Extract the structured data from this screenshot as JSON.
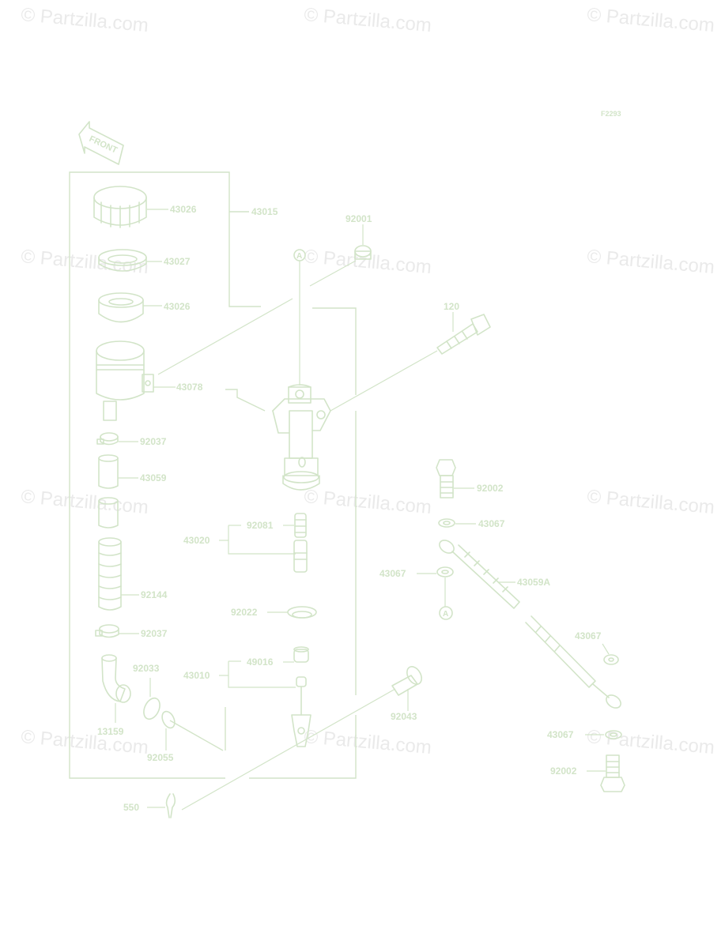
{
  "watermark": "© Partzilla.com",
  "figure_code": "F2293",
  "front_label": "FRONT",
  "ref_marks": [
    "A",
    "A"
  ],
  "parts": {
    "p43026_top": "43026",
    "p43015": "43015",
    "p43027": "43027",
    "p43026_lower": "43026",
    "p43078": "43078",
    "p92037_top": "92037",
    "p43059": "43059",
    "p92144": "92144",
    "p92037_lower": "92037",
    "p92033": "92033",
    "p13159": "13159",
    "p92055": "92055",
    "p550": "550",
    "p92001": "92001",
    "p120": "120",
    "p43020": "43020",
    "p92081": "92081",
    "p92022": "92022",
    "p43010": "43010",
    "p49016": "49016",
    "p92043": "92043",
    "p92002_top": "92002",
    "p43067_a": "43067",
    "p43067_b": "43067",
    "p43059A": "43059A",
    "p43067_c": "43067",
    "p43067_d": "43067",
    "p92002_bottom": "92002"
  },
  "colors": {
    "line": "#d2e4c8",
    "watermark": "#eaeaea",
    "background": "#ffffff"
  }
}
